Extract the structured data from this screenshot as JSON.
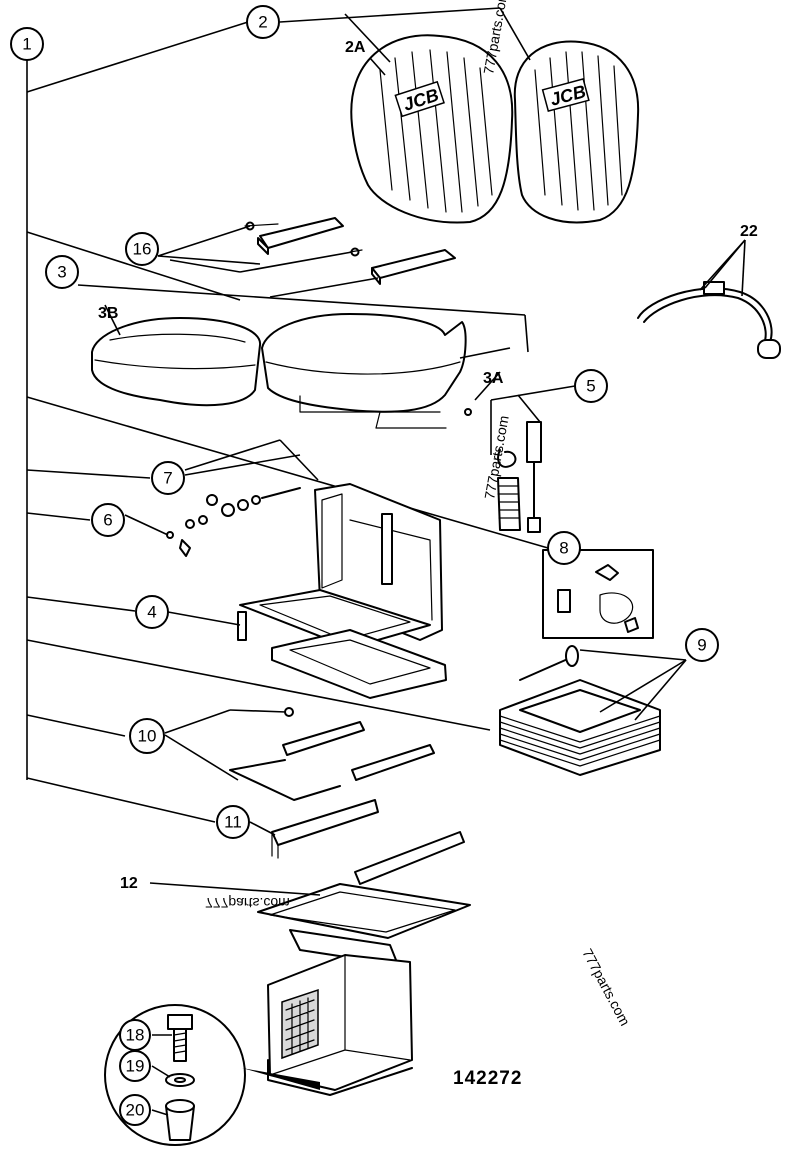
{
  "callouts": {
    "c1": "1",
    "c2": "2",
    "c3": "3",
    "c4": "4",
    "c5": "5",
    "c6": "6",
    "c7": "7",
    "c8": "8",
    "c9": "9",
    "c10": "10",
    "c11": "11",
    "c16": "16",
    "c18": "18",
    "c19": "19",
    "c20": "20"
  },
  "labels": {
    "l2a": "2A",
    "l3a": "3A",
    "l3b": "3B",
    "l12": "12",
    "l22": "22"
  },
  "logo_text": "JCB",
  "drawing_number": "142272",
  "watermark": "777parts.com",
  "watermark_mirrored": "777parts.com"
}
